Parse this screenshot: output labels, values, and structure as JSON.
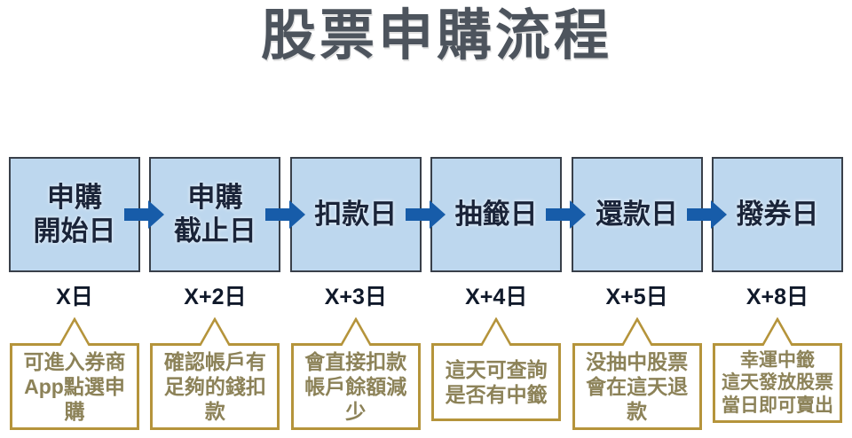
{
  "title": "股票申購流程",
  "steps": [
    {
      "title": "申購\n開始日",
      "day": "X日",
      "note": "可進入券商\nApp點選申購"
    },
    {
      "title": "申購\n截止日",
      "day": "X+2日",
      "note": "確認帳戶有\n足夠的錢扣款"
    },
    {
      "title": "扣款日",
      "day": "X+3日",
      "note": "會直接扣款\n帳戶餘額減少"
    },
    {
      "title": "抽籤日",
      "day": "X+4日",
      "note": "這天可查詢\n是否有中籤"
    },
    {
      "title": "還款日",
      "day": "X+5日",
      "note": "没抽中股票\n會在這天退款"
    },
    {
      "title": "撥券日",
      "day": "X+8日",
      "note": "幸運中籤\n這天發放股票\n當日即可賣出"
    }
  ],
  "colors": {
    "title_text": "#4d545d",
    "box_fill": "#bdd7ee",
    "box_border": "#39404a",
    "box_text": "#1a2439",
    "arrow_blue": "#175ca9",
    "callout_border": "#b5943b",
    "callout_text": "#8c8258"
  }
}
